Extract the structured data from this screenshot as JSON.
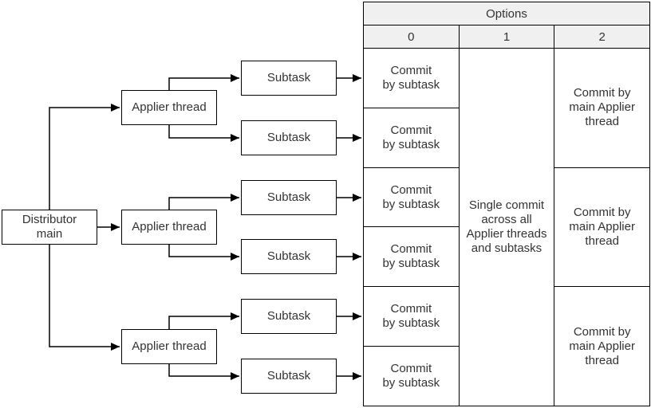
{
  "nodes": {
    "distributor": {
      "label": "Distributor\nmain"
    },
    "appliers": [
      {
        "label": "Applier thread"
      },
      {
        "label": "Applier thread"
      },
      {
        "label": "Applier thread"
      }
    ],
    "subtasks": [
      {
        "label": "Subtask"
      },
      {
        "label": "Subtask"
      },
      {
        "label": "Subtask"
      },
      {
        "label": "Subtask"
      },
      {
        "label": "Subtask"
      },
      {
        "label": "Subtask"
      }
    ]
  },
  "table": {
    "title": "Options",
    "column_headers": [
      "0",
      "1",
      "2"
    ],
    "col0": [
      "Commit\nby subtask",
      "Commit\nby subtask",
      "Commit\nby subtask",
      "Commit\nby subtask",
      "Commit\nby subtask",
      "Commit\nby subtask"
    ],
    "col1": [
      "Single commit\nacross all\nApplier threads\nand subtasks"
    ],
    "col2": [
      "Commit by\nmain Applier\nthread",
      "Commit by\nmain Applier\nthread",
      "Commit by\nmain Applier\nthread"
    ]
  },
  "colors": {
    "background": "#ffffff",
    "border": "#000000",
    "text": "#333333",
    "header_bg": "#f0f0f0"
  }
}
